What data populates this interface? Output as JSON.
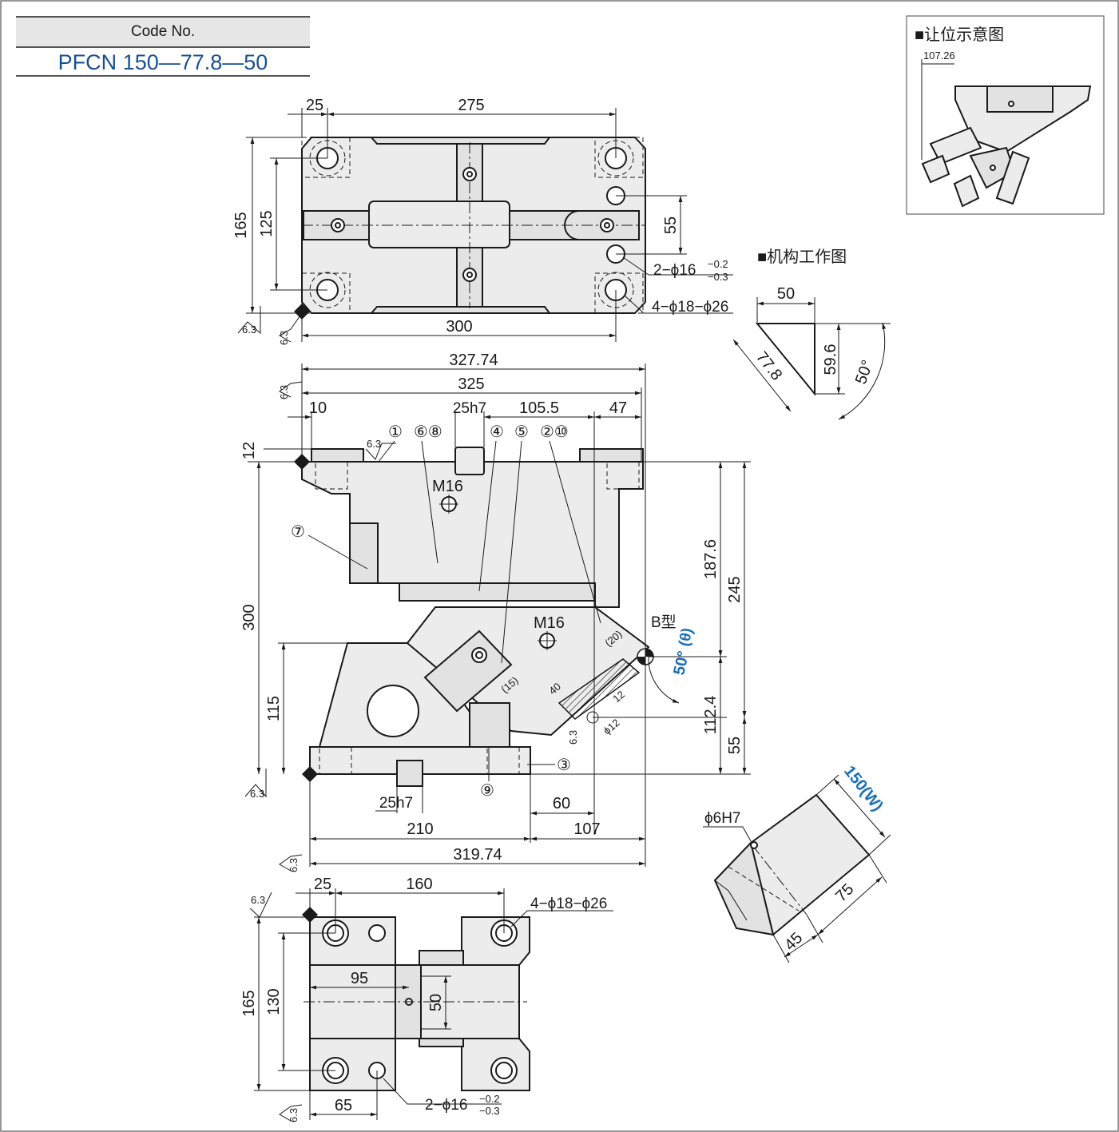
{
  "code_box": {
    "label": "Code No.",
    "value": "PFCN 150—77.8—50"
  },
  "inset_clearance": {
    "title": "■让位示意图",
    "dim": "107.26"
  },
  "inset_mechanism": {
    "title": "■机构工作图",
    "width": "50",
    "hyp": "77.8",
    "height": "59.6",
    "angle": "50°"
  },
  "top_view": {
    "dim_25": "25",
    "dim_275": "275",
    "dim_165": "165",
    "dim_125": "125",
    "dim_55": "55",
    "dim_300": "300",
    "hole_note_1": "2−ϕ16",
    "tol_upper": "−0.2",
    "tol_lower": "−0.3",
    "hole_note_2": "4−ϕ18−ϕ26",
    "rough_1": "6.3",
    "rough_2": "6.3"
  },
  "front_view": {
    "dim_327_74": "327.74",
    "dim_325": "325",
    "dim_10": "10",
    "dim_25h7": "25h7",
    "dim_105_5": "105.5",
    "dim_47": "47",
    "dim_12": "12",
    "dim_300": "300",
    "dim_115": "115",
    "dim_187_6": "187.6",
    "dim_245": "245",
    "dim_112_4": "112.4",
    "dim_55": "55",
    "m16_a": "M16",
    "m16_b": "M16",
    "b_type": "B型",
    "angle": "50°",
    "theta": "(θ)",
    "dim_15": "(15)",
    "dim_40": "40",
    "dim_20": "(20)",
    "dim_12b": "12",
    "phi12": "ϕ12",
    "dim_25h7_b": "25h7",
    "dim_60": "60",
    "dim_210": "210",
    "dim_107": "107",
    "dim_319_74": "319.74",
    "rough_top": "6.3",
    "rough_a": "6.3",
    "rough_b": "6.3",
    "rough_c": "6.3",
    "rough_d": "6.3",
    "callouts": [
      "①",
      "⑥⑧",
      "④",
      "⑤",
      "②⑩",
      "⑦",
      "③",
      "⑨"
    ]
  },
  "bottom_view": {
    "dim_25": "25",
    "dim_160": "160",
    "hole_note": "4−ϕ18−ϕ26",
    "dim_95": "95",
    "dim_50": "50",
    "dim_165": "165",
    "dim_130": "130",
    "dim_65": "65",
    "hole_note_2": "2−ϕ16",
    "tol_upper": "−0.2",
    "tol_lower": "−0.3",
    "rough_1": "6.3",
    "rough_2": "6.3"
  },
  "iso_view": {
    "phi": "ϕ6H7",
    "width": "150(W)",
    "dim_45": "45",
    "dim_75": "75"
  }
}
